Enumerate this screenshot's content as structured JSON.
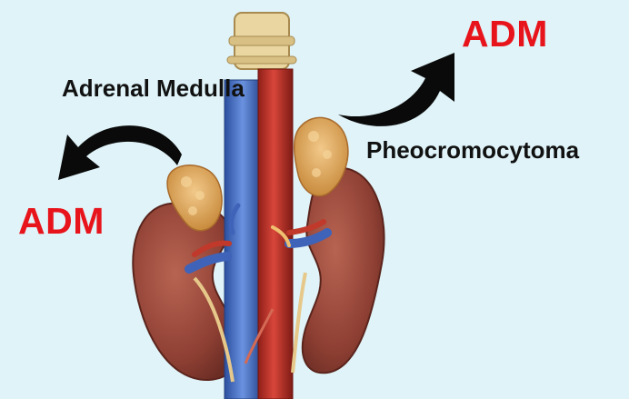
{
  "labels": {
    "adrenal_medulla": "Adrenal Medulla",
    "pheochromocytoma": "Pheocromocytoma",
    "adm_top": "ADM",
    "adm_left": "ADM"
  },
  "colors": {
    "background": "#dff3f8",
    "label_black": "#111111",
    "label_red": "#e8141c",
    "kidney": "#9c4a3c",
    "adrenal_gland": "#d9a35a",
    "vena_cava": "#4a72c8",
    "aorta": "#c93a2e",
    "arrow": "#0a0a0a"
  },
  "icons": [
    "curved-arrow-left",
    "curved-arrow-right"
  ]
}
